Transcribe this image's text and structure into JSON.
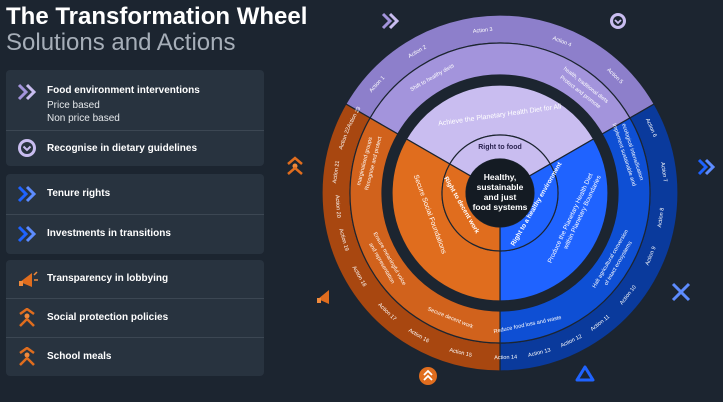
{
  "header": {
    "title": "The Transformation Wheel",
    "subtitle": "Solutions and Actions"
  },
  "legend": {
    "food_env": {
      "label": "Food environment interventions",
      "sub1": "Price based",
      "sub2": "Non price based"
    },
    "dietary": {
      "label": "Recognise in dietary guidelines"
    },
    "tenure": {
      "label": "Tenure rights"
    },
    "investments": {
      "label": "Investments in transitions"
    },
    "transparency": {
      "label": "Transparency in lobbying"
    },
    "social": {
      "label": "Social protection policies"
    },
    "school": {
      "label": "School meals"
    }
  },
  "wheel": {
    "center": {
      "l1": "Healthy,",
      "l2": "sustainable",
      "l3": "and just",
      "l4": "food systems"
    },
    "rights": {
      "food": "Right to food",
      "work": "Right to decent work",
      "env": "Right to a healthy environment"
    },
    "foundations": {
      "social": "Secure Social Foundations",
      "planetary": "Achieve the Planetary Health Diet for All",
      "boundaries1": "Produce the Planetary Health Diet",
      "boundaries2": "within Planetary Boundaries"
    },
    "solutions": {
      "shift": "Shift to healthy diets",
      "protect1": "Protect and promote",
      "protect2": "health, traditional diets",
      "implement1": "Implement sustainable and",
      "implement2": "ecological intensification",
      "halt1": "Halt agricultural conversion",
      "halt2": "of intact ecosystems",
      "reduce": "Reduce food loss and waste",
      "secure": "Secure decent work",
      "ensure1": "Ensure meaningful voice",
      "ensure2": "and representation",
      "recognise1": "Recognise and protect",
      "recognise2": "marginalised groups"
    },
    "actions": {
      "a1": "Action 1",
      "a2": "Action 2",
      "a3": "Action 3",
      "a4": "Action 4",
      "a5": "Action 5",
      "a6": "Action 6",
      "a7": "Action 7",
      "a8": "Action 8",
      "a9": "Action 9",
      "a10": "Action 10",
      "a11": "Action 11",
      "a12": "Action 12",
      "a13": "Action 13",
      "a14": "Action 14",
      "a15": "Action 15",
      "a16": "Action 16",
      "a17": "Action 17",
      "a18": "Action 18",
      "a19": "Action 19",
      "a20": "Action 20",
      "a21": "Action 21",
      "a22": "Action 22",
      "a23": "Action 23"
    }
  },
  "icons": {
    "food_env": "double-chevron-icon",
    "dietary": "circle-chevron-icon",
    "tenure": "double-chevron-blue-icon",
    "investments": "double-chevron-blue-icon",
    "transparency": "megaphone-icon",
    "social": "shield-person-icon",
    "school": "shield-person-icon"
  },
  "colors": {
    "purple": "#a394dc",
    "purple_dark": "#8d7fcb",
    "purple_light": "#c9bdf0",
    "orange": "#d1621c",
    "orange_mid": "#e06d1e",
    "orange_dark": "#a84710",
    "blue": "#0e4fd4",
    "blue_mid": "#1f63ff",
    "blue_dark": "#0a3a9c"
  }
}
